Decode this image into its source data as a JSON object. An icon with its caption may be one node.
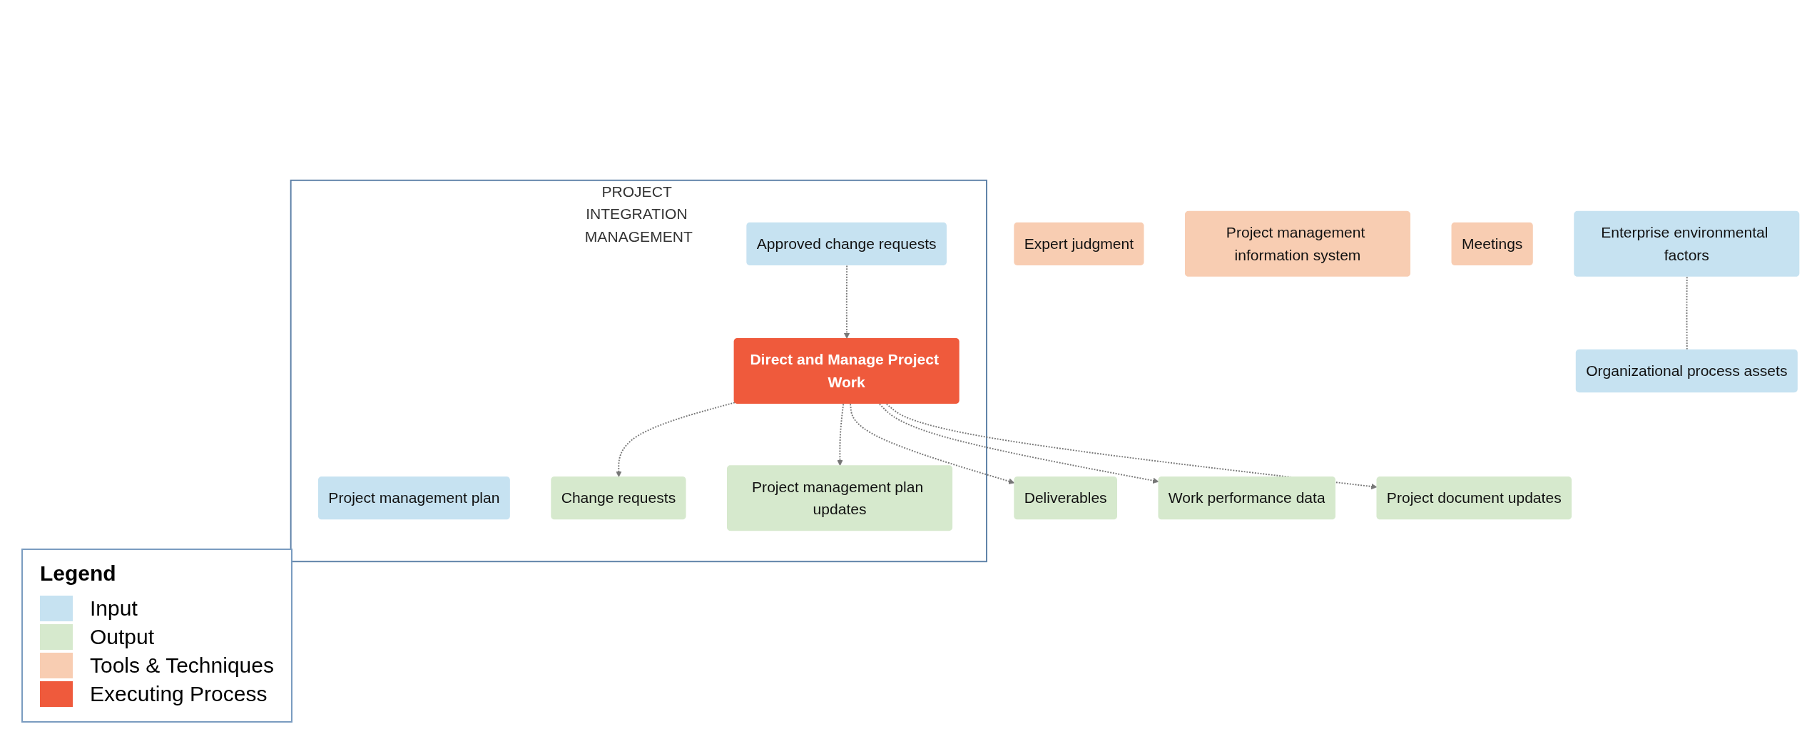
{
  "diagram": {
    "nodes": [
      {
        "text": [
          "PROJECT INTEGRATION MANAGEMENT"
        ]
      },
      {
        "text": [
          "Enterprise environmental factors"
        ]
      },
      {
        "text": [
          "Organizational process assets"
        ]
      },
      {
        "text": [
          "Project management plan"
        ],
        "in": 0
      },
      {
        "text": [
          "Approved change requests"
        ],
        "in": 0
      },
      {
        "text": [
          "Direct and Manage Project Work"
        ],
        "in": 0
      },
      {
        "text": [
          "Change requests"
        ],
        "in": 0
      },
      {
        "text": [
          "Project management plan updates"
        ],
        "in": 0
      },
      {
        "text": [
          "Deliverables"
        ]
      },
      {
        "text": [
          "Work performance data"
        ]
      },
      {
        "text": [
          "Project document updates"
        ]
      },
      {
        "text": [
          "Expert judgment"
        ]
      },
      {
        "text": [
          "Project management information system"
        ]
      },
      {
        "text": [
          "Meetings"
        ]
      }
    ],
    "edges": [
      {
        "from": 1,
        "to": 2,
        "arrow": "none",
        "style": "dashed"
      },
      {
        "from": 4,
        "to": 5,
        "arrow": "to",
        "style": "dashed"
      },
      {
        "from": 5,
        "to": 6,
        "arrow": "to",
        "style": "dashed"
      },
      {
        "from": 5,
        "to": 7,
        "arrow": "to",
        "style": "dashed"
      },
      {
        "from": 5,
        "to": 8,
        "arrow": "to",
        "style": "dashed"
      },
      {
        "from": 5,
        "to": 9,
        "arrow": "to",
        "style": "dashed"
      },
      {
        "from": 5,
        "to": 10,
        "arrow": "to",
        "style": "dashed"
      }
    ],
    "labels": [
      "Legend"
    ],
    "legend": [
      {
        "text": "Input",
        "color": "#c6e2f1"
      },
      {
        "text": "Output",
        "color": "#d6e9cd"
      },
      {
        "text": "Tools & Techniques",
        "color": "#f8cdb2"
      },
      {
        "text": "Executing Process",
        "color": "#ef5a3c"
      }
    ]
  }
}
